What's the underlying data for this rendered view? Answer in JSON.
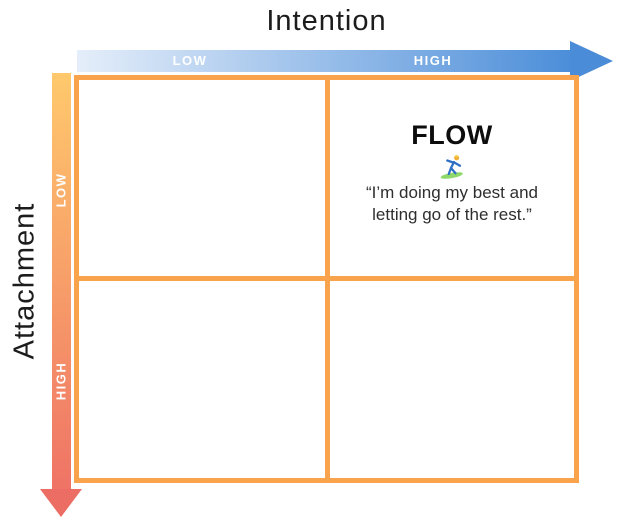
{
  "axes": {
    "x": {
      "title": "Intention",
      "low_label": "LOW",
      "high_label": "HIGH"
    },
    "y": {
      "title": "Attachment",
      "low_label": "LOW",
      "high_label": "HIGH"
    }
  },
  "quadrants": {
    "top_left": {
      "content": ""
    },
    "top_right": {
      "title": "FLOW",
      "icon": "surfer-icon",
      "quote": "“I’m doing my best and letting go of the rest.”",
      "quote_lines": [
        "“I’m doing my best and",
        "letting go of the rest.”"
      ]
    },
    "bottom_left": {
      "content": ""
    },
    "bottom_right": {
      "content": ""
    }
  },
  "colors": {
    "grid_border": "#F9A44C",
    "x_arrow_start": "#E5EEFA",
    "x_arrow_end": "#4C8ED9",
    "x_arrowhead": "#4A8CD7",
    "y_arrow_start": "#FFC96C",
    "y_arrow_end": "#EF7366",
    "y_arrowhead": "#EC6D63",
    "axis_label_text": "#FFFFFF",
    "title_text": "#1C1C1C",
    "quote_text": "#2E2E2E"
  }
}
